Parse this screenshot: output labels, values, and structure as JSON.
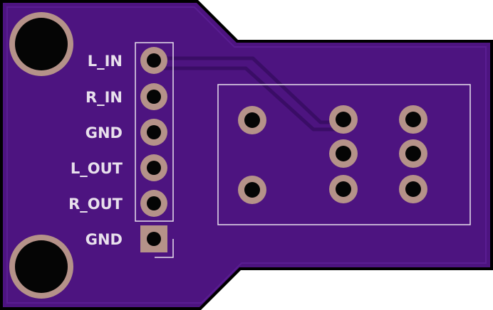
{
  "board": {
    "colors": {
      "outline": "#000000",
      "board": "#4d1480",
      "board_edge": "#5a1d92",
      "trace": "#3a0d66",
      "silkscreen": "#e8e0ec",
      "copper": "#b59289",
      "drill": "#050505"
    },
    "labels": {
      "l_in": "L_IN",
      "r_in": "R_IN",
      "gnd_1": "GND",
      "l_out": "L_OUT",
      "r_out": "R_OUT",
      "gnd_2": "GND"
    },
    "header_pin_count": 6,
    "jack_pad_count": 8,
    "mounting_hole_count": 2
  }
}
